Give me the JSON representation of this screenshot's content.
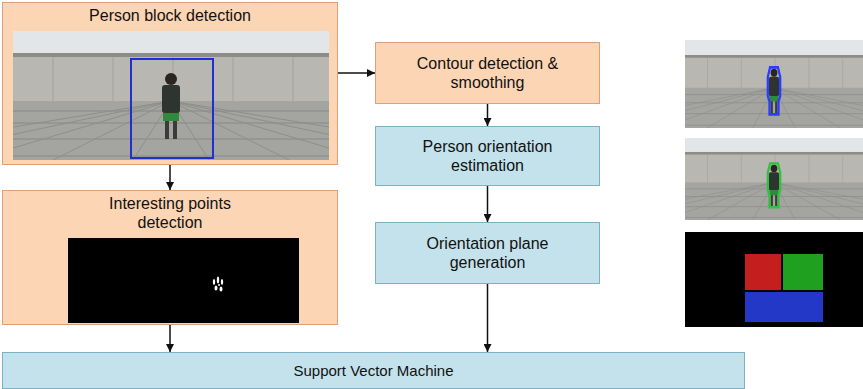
{
  "diagram": {
    "nodes": [
      {
        "text": [
          "Person block detection"
        ]
      },
      {
        "text": [
          "Contour detection & smoothing"
        ]
      },
      {
        "text": [
          "Person orientation estimation"
        ]
      },
      {
        "text": [
          "Interesting points detection"
        ]
      },
      {
        "text": [
          "Orientation plane generation"
        ]
      },
      {
        "text": [
          "Support Vector Machine"
        ]
      }
    ],
    "edges": [
      {
        "from": 0,
        "to": 1,
        "arrow": "to"
      },
      {
        "from": 0,
        "to": 3,
        "arrow": "to"
      },
      {
        "from": 1,
        "to": 2,
        "arrow": "to"
      },
      {
        "from": 2,
        "to": 4,
        "arrow": "to"
      },
      {
        "from": 3,
        "to": 5,
        "arrow": "to"
      },
      {
        "from": 4,
        "to": 5,
        "arrow": "to"
      }
    ]
  }
}
